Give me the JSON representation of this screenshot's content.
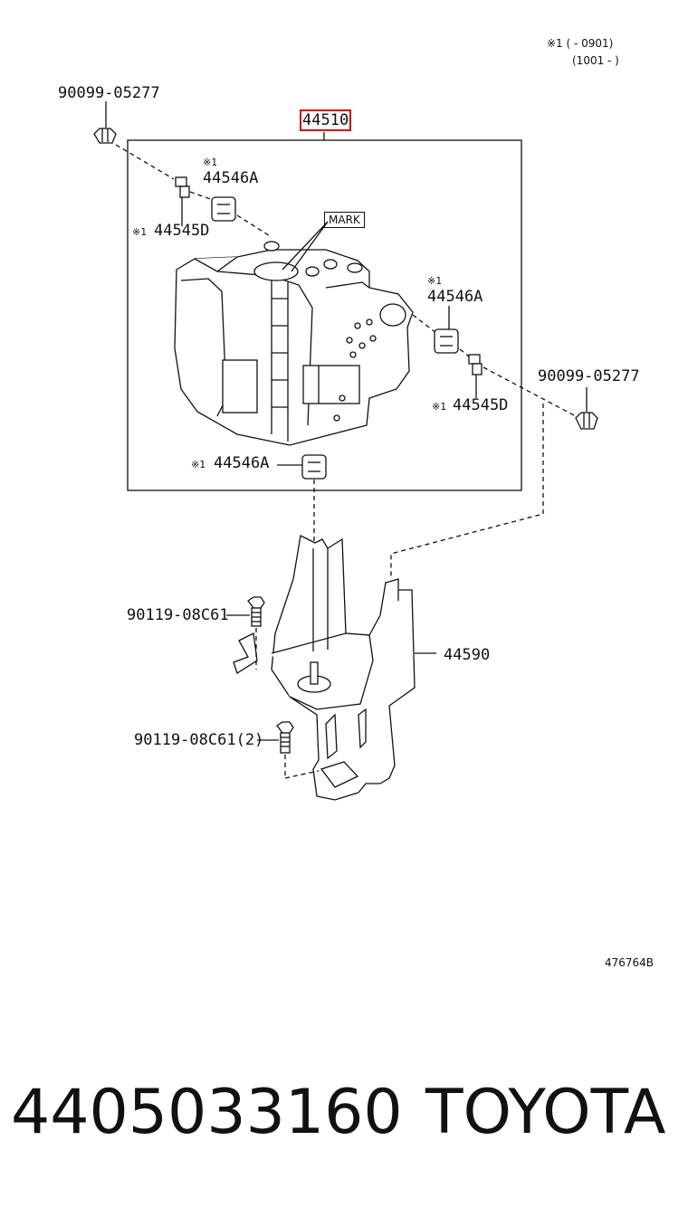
{
  "legend": {
    "line1": "※1 (      - 0901)",
    "line2": "(1001 -      )"
  },
  "parts": {
    "p_bolt_top_left": "90099-05277",
    "p_actuator": "44510",
    "p_damper_top_mark": "※1",
    "p_damper_top": "44546A",
    "p_stud_left": "44545D",
    "p_mark": "MARK",
    "p_damper_right_mark": "※1",
    "p_damper_right": "44546A",
    "p_bolt_right": "90099-05277",
    "p_stud_right": "44545D",
    "p_damper_bottom": "44546A",
    "p_bracket_bolt_upper": "90119-08C61",
    "p_bracket": "44590",
    "p_bracket_bolt_lower": "90119-08C61(2)"
  },
  "marks": {
    "ref1": "※1"
  },
  "diagram_id": "476764B",
  "footer": {
    "part_number": "4405033160",
    "brand": "TOYOTA"
  }
}
